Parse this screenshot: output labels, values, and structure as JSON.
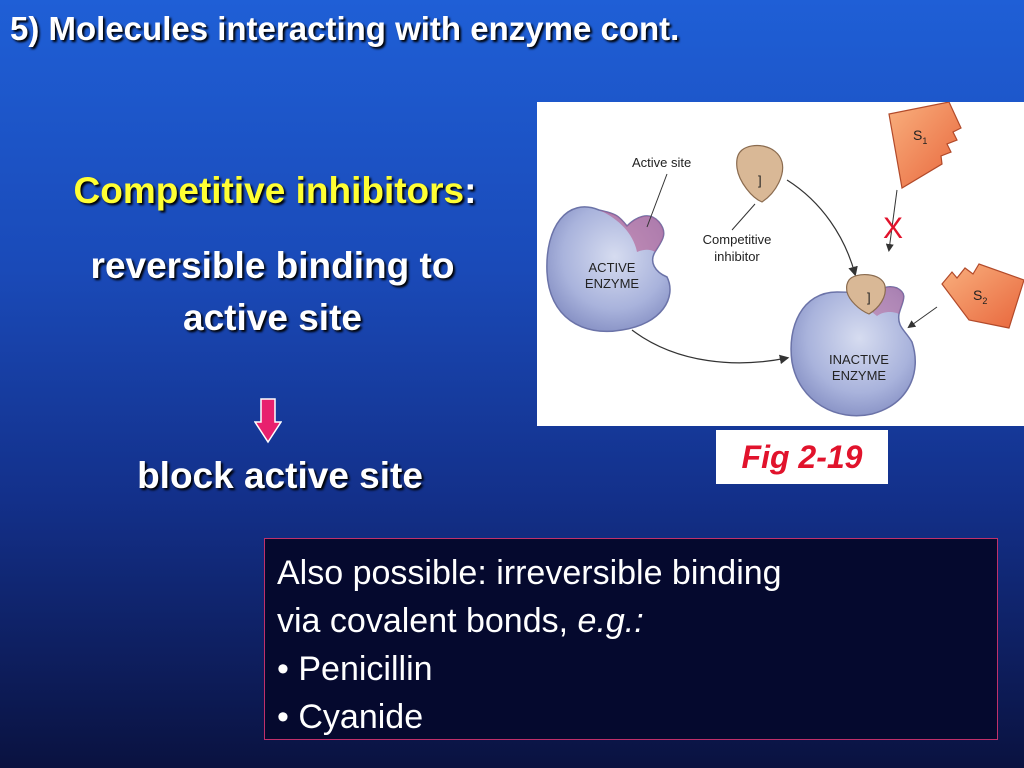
{
  "slide": {
    "title": "5) Molecules interacting with enzyme cont.",
    "heading_term": "Competitive inhibitors",
    "heading_colon": ":",
    "line_a": "reversible binding to",
    "line_b": "active site",
    "result": "block active site"
  },
  "figure": {
    "label_active_site": "Active site",
    "label_competitive": "Competitive",
    "label_inhibitor": "inhibitor",
    "label_active": "ACTIVE",
    "label_enzyme": "ENZYME",
    "label_inactive": "INACTIVE",
    "label_enzyme2": "ENZYME",
    "bracket1": "]",
    "bracket2": "]",
    "s1": "S",
    "s1_sub": "1",
    "s2": "S",
    "s2_sub": "2",
    "x_mark": "X",
    "caption": "Fig 2-19"
  },
  "note": {
    "line1": "Also possible: irreversible binding",
    "line2_main": "via covalent bonds, ",
    "line2_em": "e.g.:",
    "bullet_char": "•",
    "item1": "Penicillin",
    "item2": "Cyanide"
  },
  "colors": {
    "heading_term": "#ffff33",
    "caption": "#e1132c",
    "arrow": "#e8206e",
    "note_border": "#c0306a"
  }
}
